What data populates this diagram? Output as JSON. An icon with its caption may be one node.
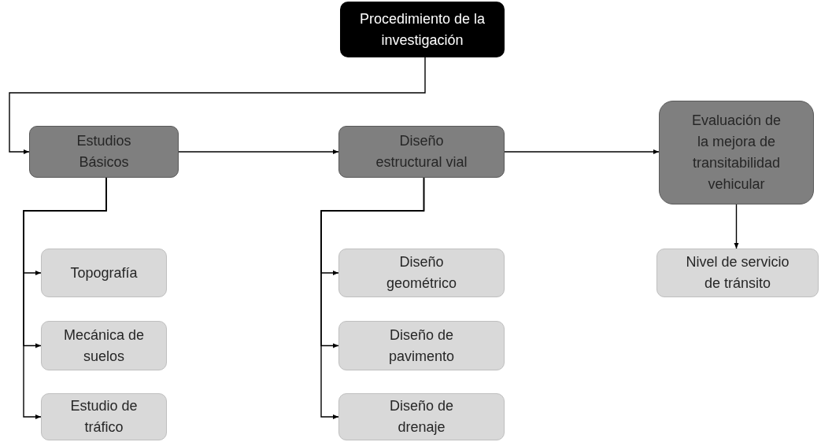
{
  "diagram": {
    "nodes": [
      {
        "text": [
          "Procedimiento de la investigación"
        ]
      },
      {
        "text": [
          "Estudios Básicos"
        ]
      },
      {
        "text": [
          "Diseño estructural vial"
        ]
      },
      {
        "text": [
          "Evaluación de la mejora de transitabilidad vehicular"
        ]
      },
      {
        "text": [
          "Topografía"
        ]
      },
      {
        "text": [
          "Mecánica de suelos"
        ]
      },
      {
        "text": [
          "Estudio de tráfico"
        ]
      },
      {
        "text": [
          "Diseño geométrico"
        ]
      },
      {
        "text": [
          "Diseño de pavimento"
        ]
      },
      {
        "text": [
          "Diseño de drenaje"
        ]
      },
      {
        "text": [
          "Nivel de servicio de tránsito"
        ]
      }
    ],
    "edges": [
      {
        "from": 0,
        "to": 1,
        "arrow": "to"
      },
      {
        "from": 1,
        "to": 2,
        "arrow": "to"
      },
      {
        "from": 2,
        "to": 3,
        "arrow": "to"
      },
      {
        "from": 1,
        "to": 4,
        "arrow": "to"
      },
      {
        "from": 1,
        "to": 5,
        "arrow": "to"
      },
      {
        "from": 1,
        "to": 6,
        "arrow": "to"
      },
      {
        "from": 2,
        "to": 7,
        "arrow": "to"
      },
      {
        "from": 2,
        "to": 8,
        "arrow": "to"
      },
      {
        "from": 2,
        "to": 9,
        "arrow": "to"
      },
      {
        "from": 3,
        "to": 10,
        "arrow": "to"
      }
    ]
  }
}
